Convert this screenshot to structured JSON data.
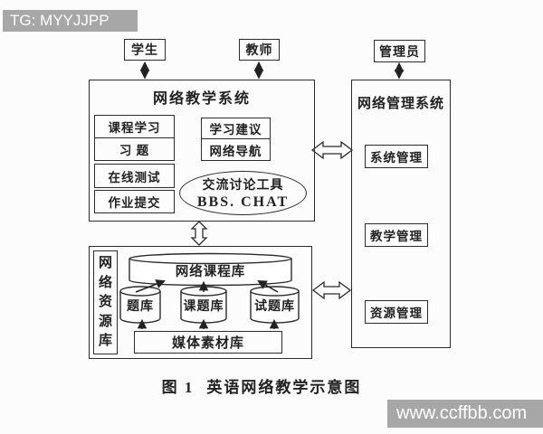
{
  "watermarks": {
    "top_left": "TG: MYYJJPP",
    "bottom_right": "www.ccffbb.com"
  },
  "actors": {
    "student": "学生",
    "teacher": "教师",
    "admin": "管理员"
  },
  "teaching_system": {
    "title": "网络教学系统",
    "left_modules": [
      "课程学习",
      "习 题",
      "在线测试",
      "作业提交"
    ],
    "right_modules": [
      "学习建议",
      "网络导航"
    ],
    "discussion_tool": {
      "line1": "交流讨论工具",
      "line2": "BBS. CHAT"
    }
  },
  "management_system": {
    "title": "网络管理系统",
    "modules": [
      "系统管理",
      "教学管理",
      "资源管理"
    ]
  },
  "resource_library": {
    "side_label": "网络资源库",
    "course_db": "网络课程库",
    "sub_dbs": [
      "题库",
      "课题库",
      "试题库"
    ],
    "media_db": "媒体素材库"
  },
  "caption": {
    "label": "图 1",
    "text": "英语网络教学示意图"
  },
  "colors": {
    "line": "#2b2b2b",
    "watermark_bg": "#a7a7a7",
    "watermark_text": "#ffffff",
    "background": "#fcfcfc"
  }
}
